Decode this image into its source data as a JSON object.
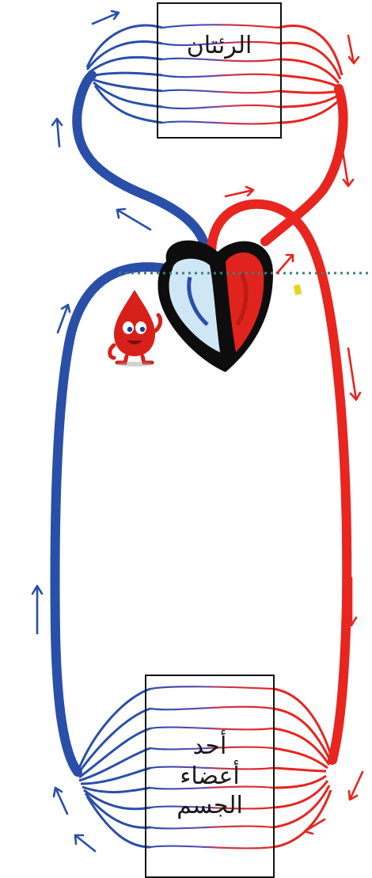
{
  "diagram": {
    "top_box_label": "الرئتان",
    "bottom_box_label_lines": [
      "أحد",
      "أعضاء",
      "الجسم"
    ]
  },
  "colors": {
    "oxygen_poor_blood": "#2a4fa8",
    "oxygen_rich_blood": "#e8251f",
    "heart_outline": "#0d0d0d",
    "right_heart_chamber": "#cfe6f5",
    "left_heart_chamber": "#e0231c",
    "dotted_line": "#3d7f7a",
    "marker_yellow": "#e6d31a"
  },
  "icons": [
    "blood-drop-mascot-icon",
    "flow-arrow-icon",
    "heart-icon"
  ]
}
